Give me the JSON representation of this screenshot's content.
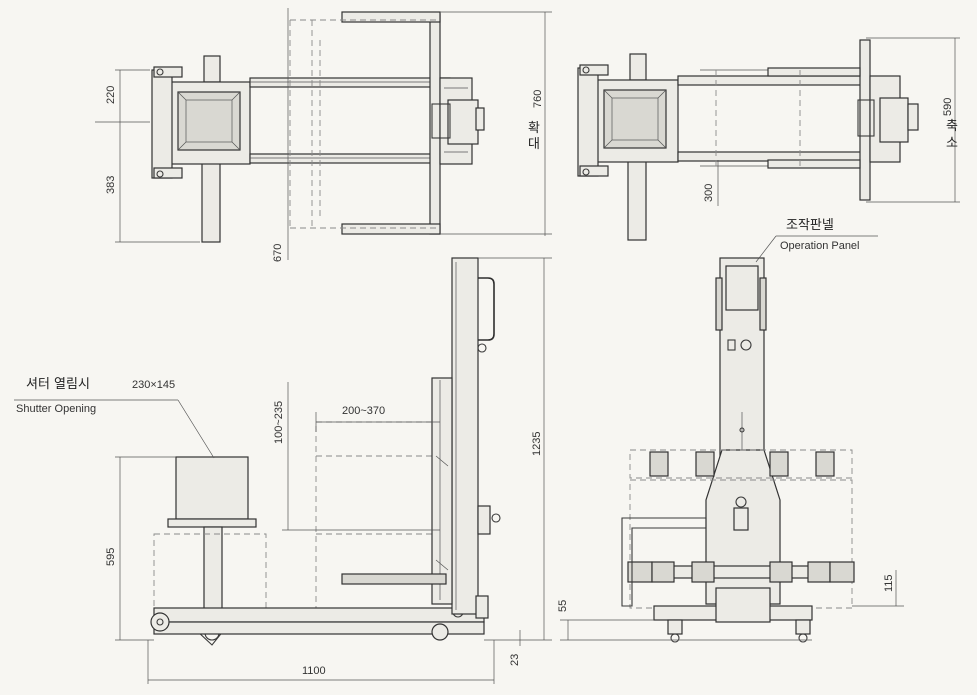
{
  "dimensions": {
    "d220": "220",
    "d383": "383",
    "d670": "670",
    "d760": "760",
    "d300": "300",
    "d590": "590",
    "d595": "595",
    "d1100": "1100",
    "d23": "23",
    "d1235": "1235",
    "d100_235": "100~235",
    "d200_370": "200~370",
    "d55": "55",
    "d115": "115",
    "d230x145": "230×145"
  },
  "labels": {
    "expand_ko_1": "확",
    "expand_ko_2": "대",
    "shrink_ko_1": "축",
    "shrink_ko_2": "소",
    "operation_panel_ko": "조작판넬",
    "operation_panel_en": "Operation Panel",
    "shutter_opening_ko": "셔터 열림시",
    "shutter_opening_en": "Shutter Opening"
  }
}
